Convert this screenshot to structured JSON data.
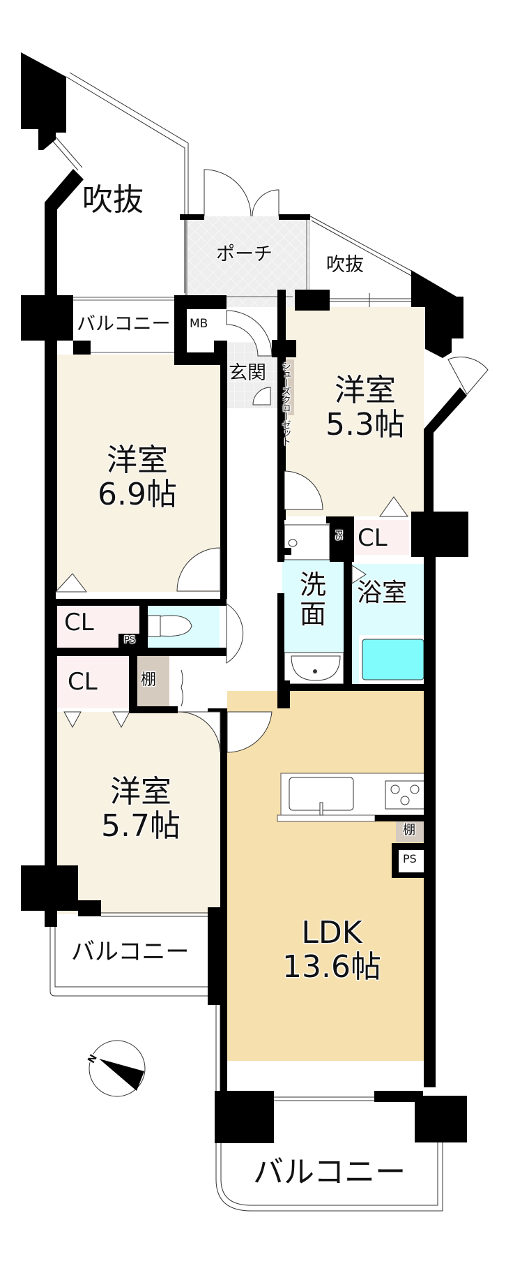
{
  "floor_plan": {
    "colors": {
      "wall": "#000000",
      "western_room": "#f8f2e3",
      "ldk": "#f6e0ad",
      "wet_area": "#dcfcfd",
      "closet": "#fdf0f0",
      "shelf_storage": "#d6cbbf",
      "porch_entrance": "#eeeeee",
      "bathtub": "#80fcfc"
    },
    "rooms": {
      "void_large": {
        "name": "吹抜"
      },
      "porch": {
        "name": "ポーチ"
      },
      "void_small": {
        "name": "吹抜"
      },
      "balcony_north": {
        "name": "バルコニー"
      },
      "meter_box": {
        "name": "MB"
      },
      "entrance": {
        "name": "玄関"
      },
      "shoe_closet": {
        "name": "シューズクローゼット"
      },
      "western_room_1": {
        "name": "洋室",
        "size": "6.9帖"
      },
      "western_room_2": {
        "name": "洋室",
        "size": "5.3帖"
      },
      "closet_1": {
        "name": "CL"
      },
      "pipe_space_1": {
        "name": "PS"
      },
      "closet_2": {
        "name": "CL"
      },
      "shelf_1": {
        "name": "棚"
      },
      "western_room_3": {
        "name": "洋室",
        "size": "5.7帖"
      },
      "pipe_space_2": {
        "name": "PS"
      },
      "closet_3": {
        "name": "CL"
      },
      "washroom": {
        "name": "洗面"
      },
      "bathroom": {
        "name": "浴室"
      },
      "ldk": {
        "name": "LDK",
        "size": "13.6帖"
      },
      "shelf_2": {
        "name": "棚"
      },
      "pipe_space_3": {
        "name": "PS"
      },
      "balcony_west": {
        "name": "バルコニー"
      },
      "balcony_south": {
        "name": "バルコニー"
      }
    },
    "compass": {
      "label": "N"
    }
  }
}
